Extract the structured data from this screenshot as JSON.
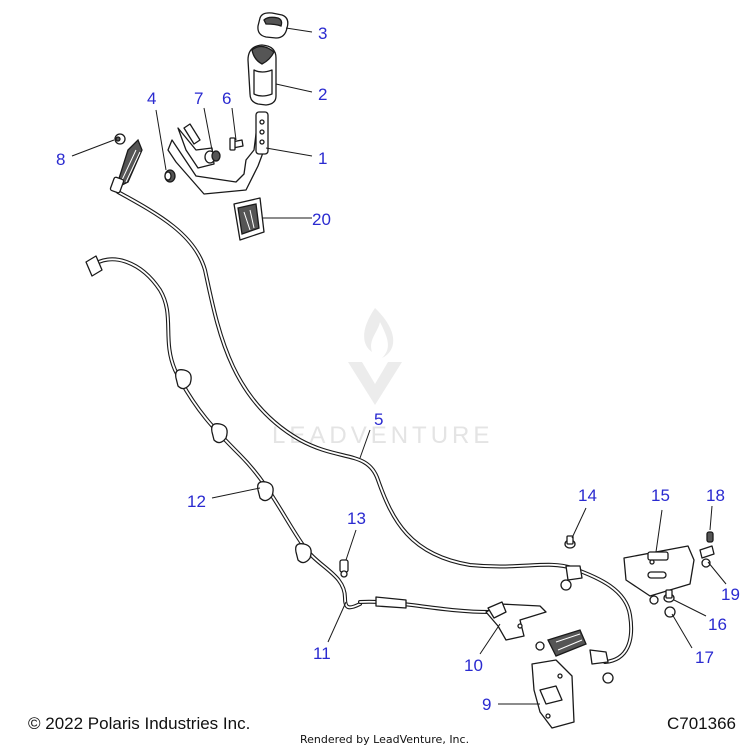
{
  "watermark": {
    "text": "LEADVENTURE"
  },
  "callouts": [
    {
      "id": "1",
      "label": "1"
    },
    {
      "id": "2",
      "label": "2"
    },
    {
      "id": "3",
      "label": "3"
    },
    {
      "id": "4",
      "label": "4"
    },
    {
      "id": "5",
      "label": "5"
    },
    {
      "id": "6",
      "label": "6"
    },
    {
      "id": "7",
      "label": "7"
    },
    {
      "id": "8",
      "label": "8"
    },
    {
      "id": "9",
      "label": "9"
    },
    {
      "id": "10",
      "label": "10"
    },
    {
      "id": "11",
      "label": "11"
    },
    {
      "id": "12",
      "label": "12"
    },
    {
      "id": "13",
      "label": "13"
    },
    {
      "id": "14",
      "label": "14"
    },
    {
      "id": "15",
      "label": "15"
    },
    {
      "id": "16",
      "label": "16"
    },
    {
      "id": "17",
      "label": "17"
    },
    {
      "id": "18",
      "label": "18"
    },
    {
      "id": "19",
      "label": "19"
    },
    {
      "id": "20",
      "label": "20"
    }
  ],
  "footer": {
    "copyright": "© 2022 Polaris Industries Inc.",
    "rendered_by": "Rendered by LeadVenture, Inc.",
    "drawing_code": "C701366"
  },
  "colors": {
    "callout": "#2a2ad0",
    "line": "#1a1a1a",
    "watermark": "#e4e4e4"
  }
}
